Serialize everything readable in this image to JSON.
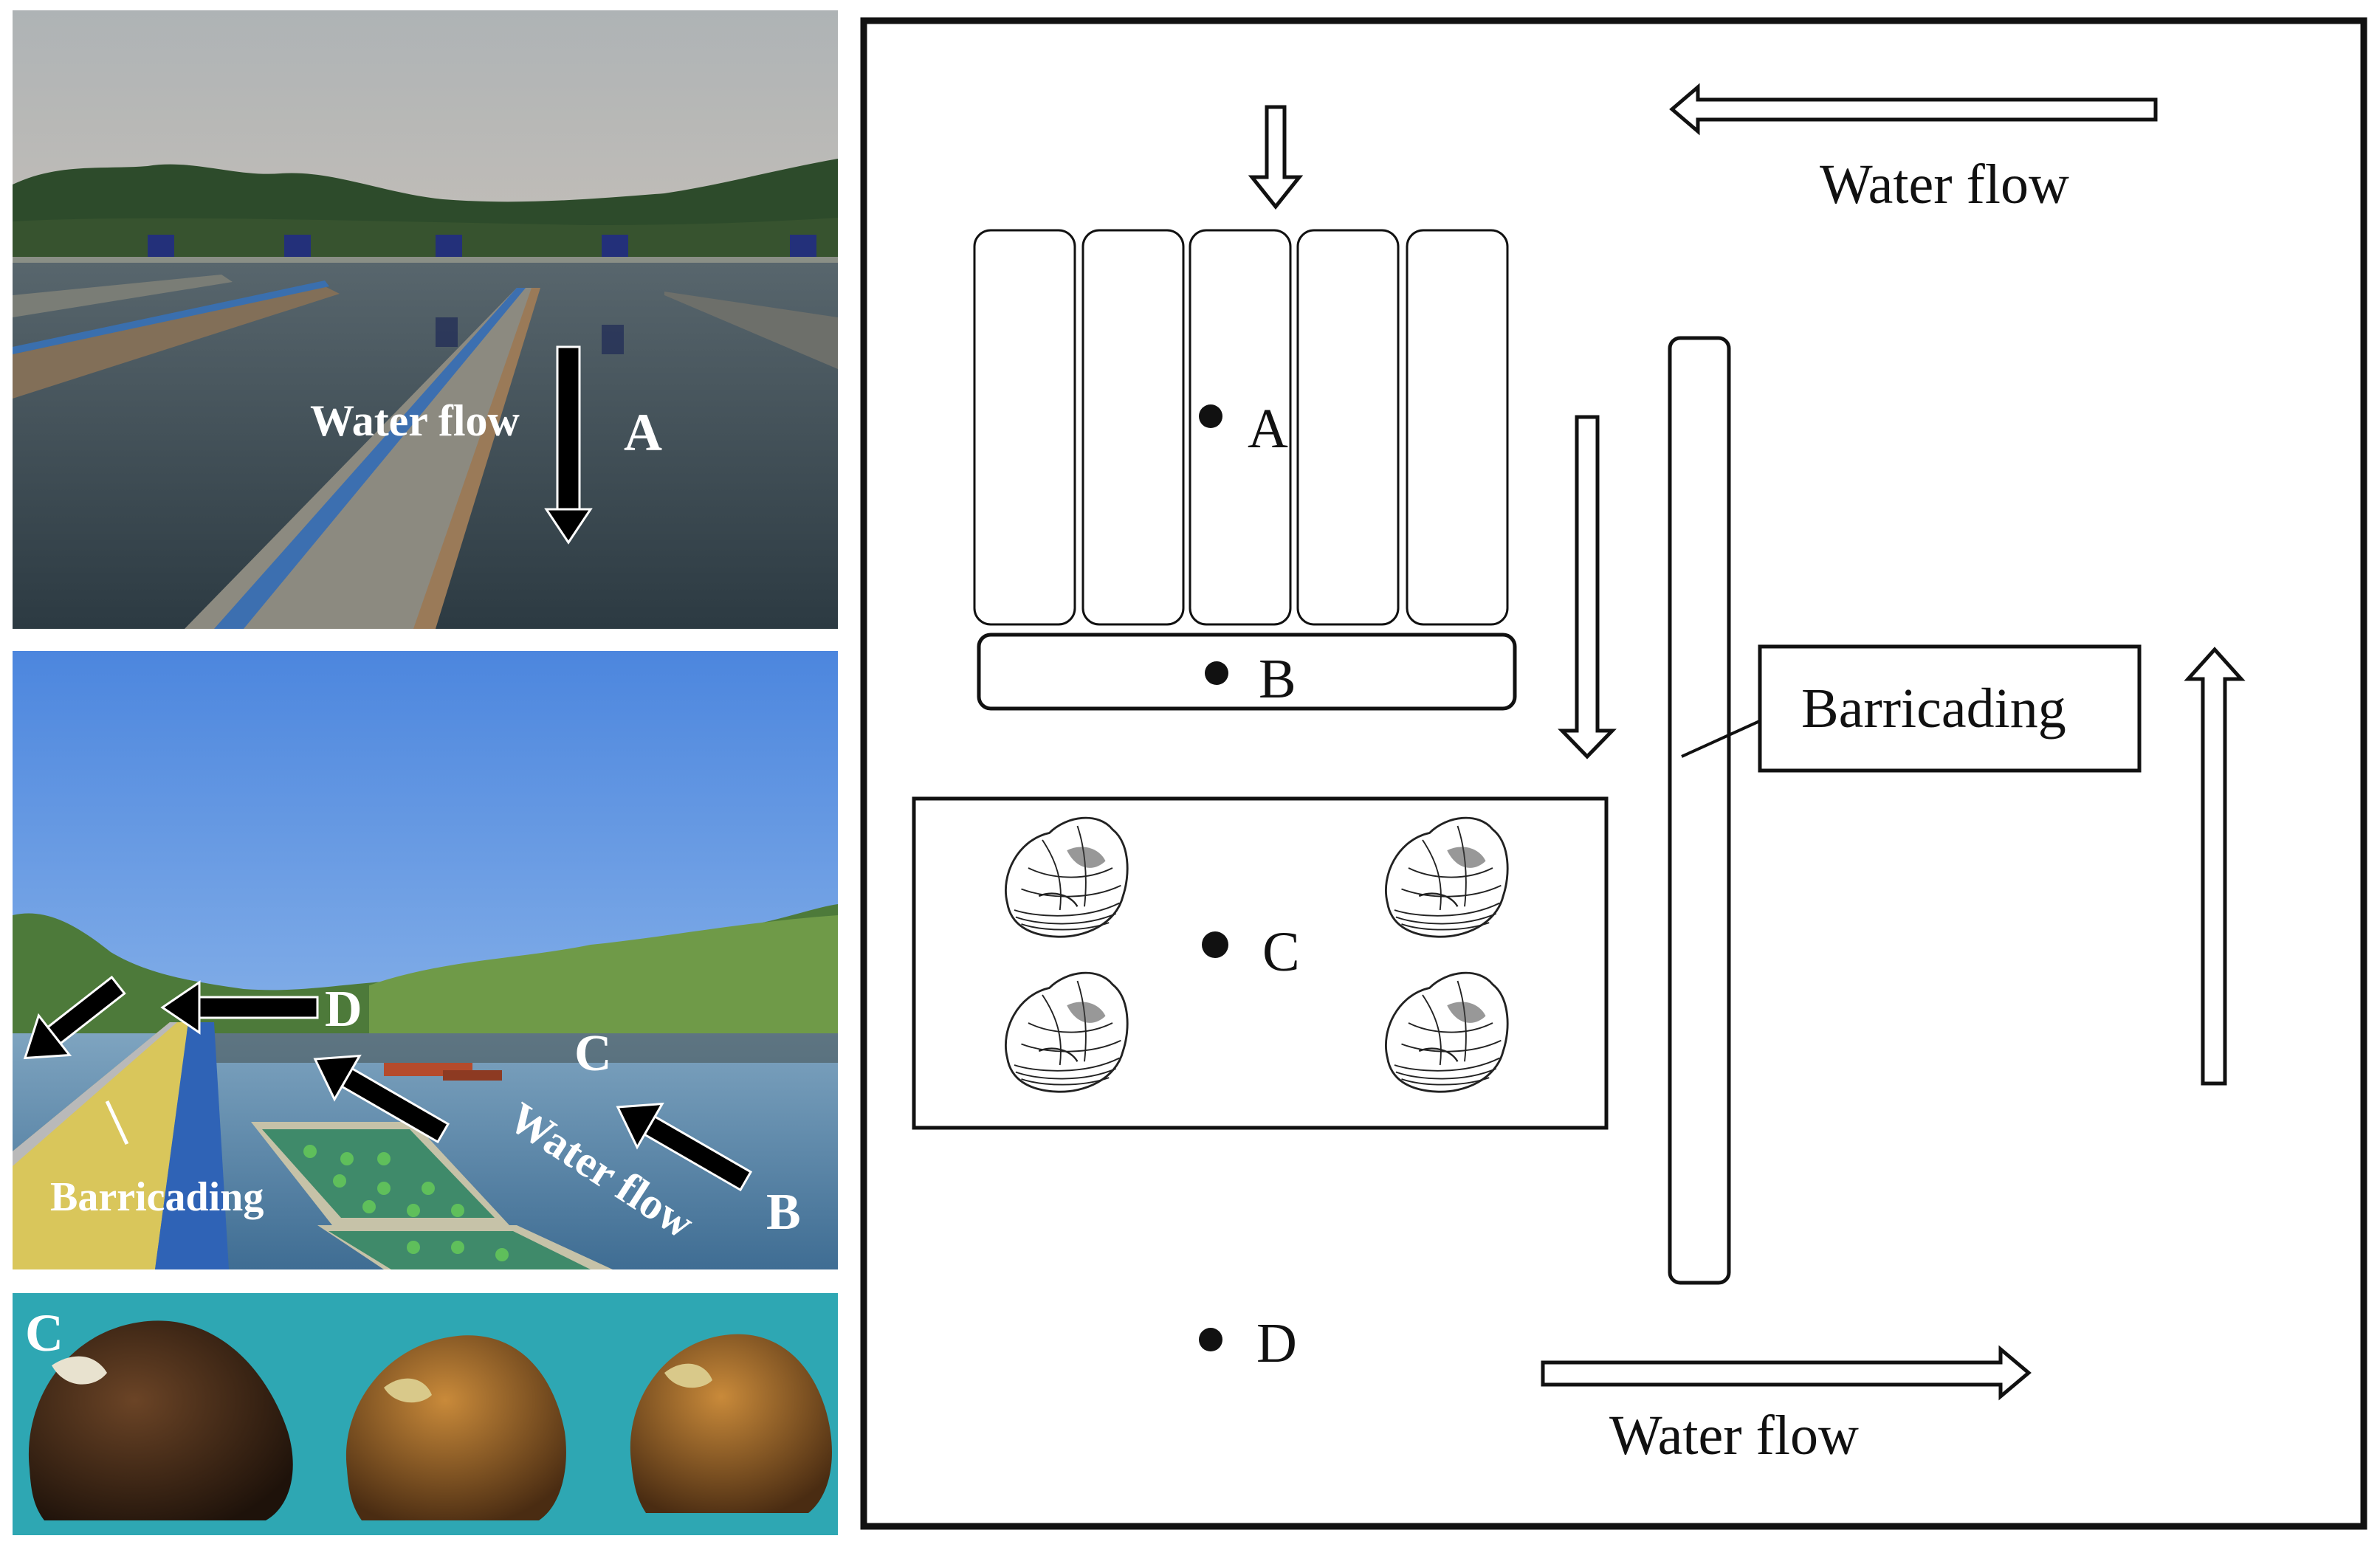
{
  "colors": {
    "sky_dusk": "#d9cbbc",
    "water_dusk": "#3b4a52",
    "tree_dark": "#2c4a2a",
    "sky_blue": "#6fa0e6",
    "water_blue": "#5a86a8",
    "walkway_yellow": "#d8c65a",
    "teal_bg": "#2ea7b3",
    "mussel_dark": "#3a2616",
    "mussel_brown": "#7a4a1e",
    "ink": "#111111"
  },
  "photos": {
    "top": {
      "water_flow": "Water flow",
      "label": "A"
    },
    "middle": {
      "barricading": "Barricading",
      "water_flow": "Water flow",
      "label_b": "B",
      "label_c": "C",
      "label_d": "D"
    },
    "bottom": {
      "label": "C"
    }
  },
  "diagram": {
    "water_flow_top": "Water flow",
    "water_flow_bottom": "Water flow",
    "barricading": "Barricading",
    "point_a": "A",
    "point_b": "B",
    "point_c": "C",
    "point_d": "D",
    "cages_count": 5,
    "mussel_icon": "mussel-icon"
  }
}
